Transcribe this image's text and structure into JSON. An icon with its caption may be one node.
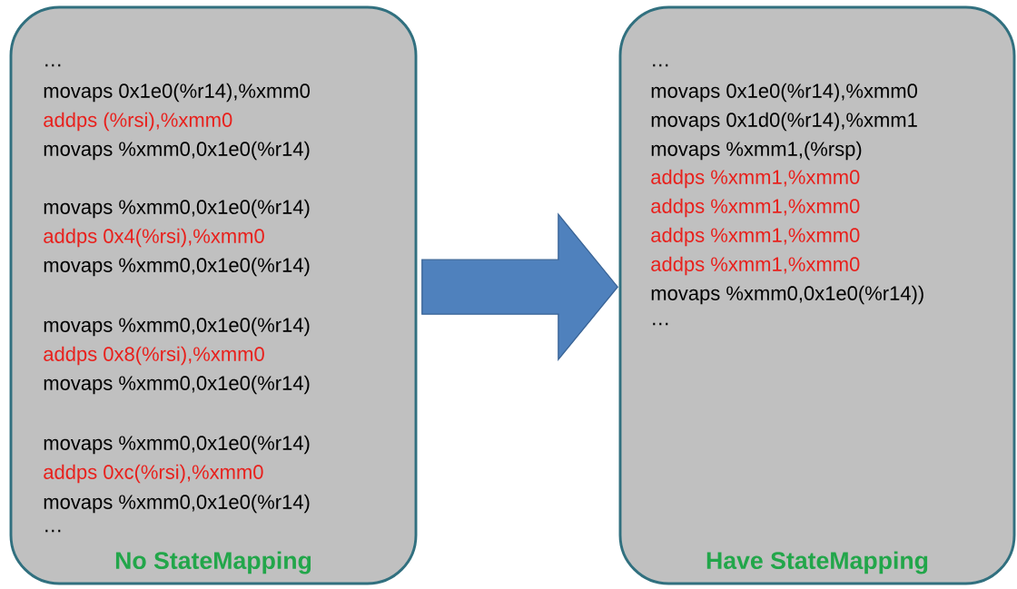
{
  "diagram": {
    "nodes": [
      {
        "text": [
          "…",
          "movaps 0x1e0(%r14),%xmm0",
          "addps (%rsi),%xmm0",
          "movaps %xmm0,0x1e0(%r14)",
          "movaps %xmm0,0x1e0(%r14)",
          "addps 0x4(%rsi),%xmm0",
          "movaps %xmm0,0x1e0(%r14)",
          "movaps %xmm0,0x1e0(%r14)",
          "addps 0x8(%rsi),%xmm0",
          "movaps %xmm0,0x1e0(%r14)",
          "movaps %xmm0,0x1e0(%r14)",
          "addps 0xc(%rsi),%xmm0",
          "movaps %xmm0,0x1e0(%r14)",
          "…",
          "No StateMapping"
        ]
      },
      {
        "text": [
          "…",
          "movaps 0x1e0(%r14),%xmm0",
          "movaps 0x1d0(%r14),%xmm1",
          "movaps %xmm1,(%rsp)",
          "addps %xmm1,%xmm0",
          "addps %xmm1,%xmm0",
          "addps %xmm1,%xmm0",
          "addps %xmm1,%xmm0",
          "movaps %xmm0,0x1e0(%r14))",
          "…",
          "Have StateMapping"
        ]
      }
    ],
    "edges": [
      {
        "from": 0,
        "to": 1,
        "arrow": "to",
        "style": "thick"
      }
    ]
  }
}
